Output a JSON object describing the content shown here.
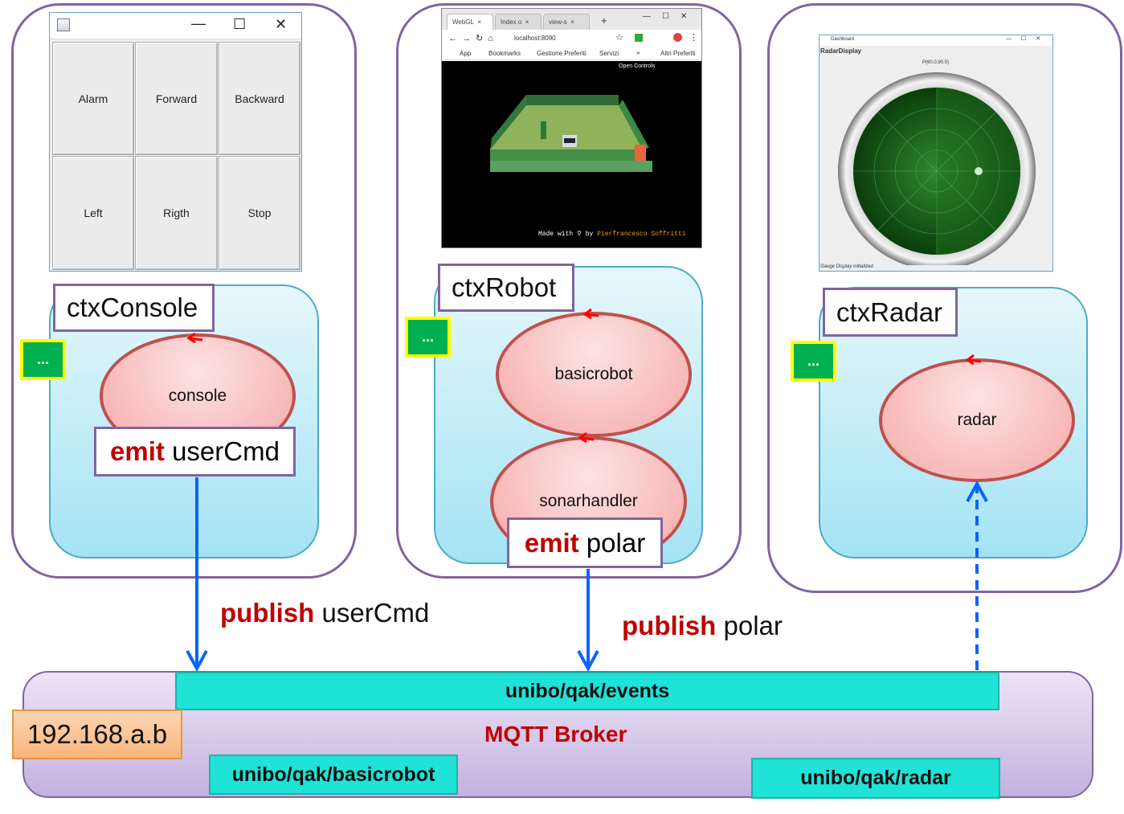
{
  "console_window": {
    "buttons": [
      "Alarm",
      "Forward",
      "Backward",
      "Left",
      "Rigth",
      "Stop"
    ],
    "controls": {
      "minimize": "—",
      "maximize": "☐",
      "close": "✕"
    }
  },
  "browser_window": {
    "tabs": [
      "WebGL",
      "Index o",
      "view-s"
    ],
    "new_tab": "+",
    "address": "localhost:8090",
    "bookmarks": [
      "App",
      "Bookmarks",
      "Gestione Preferiti",
      "Servizi",
      "Altri Preferiti"
    ],
    "bookmarks_more": "»",
    "open_controls": "Open Controls",
    "made_with": "Made with",
    "by": "by",
    "author": "Pierfrancesco Soffritti"
  },
  "radar_window": {
    "title": "Dashboard",
    "panel_title": "RadarDisplay",
    "reading": "P(60.0,90.0)",
    "status": "Gauge Display initialized"
  },
  "contexts": {
    "console": {
      "label": "ctxConsole",
      "actor": "console",
      "dots": "..."
    },
    "robot": {
      "label": "ctxRobot",
      "actors": [
        "basicrobot",
        "sonarhandler"
      ],
      "dots": "..."
    },
    "radar": {
      "label": "ctxRadar",
      "actor": "radar",
      "dots": "..."
    }
  },
  "emits": {
    "console": {
      "keyword": "emit",
      "event": " userCmd"
    },
    "robot": {
      "keyword": "emit",
      "event": " polar"
    }
  },
  "publishes": {
    "console": {
      "keyword": "publish",
      "event": " userCmd"
    },
    "robot": {
      "keyword": "publish",
      "event": " polar"
    }
  },
  "broker": {
    "ip": "192.168.a.b",
    "name": "MQTT Broker",
    "topics": {
      "events": "unibo/qak/events",
      "basicrobot": "unibo/qak/basicrobot",
      "radar": "unibo/qak/radar"
    }
  },
  "colors": {
    "frame": "#8064a2",
    "keyword": "#c00000",
    "topic": "#1fe3d6",
    "arrow": "#0a64ff",
    "actor_border": "#c0504d"
  }
}
